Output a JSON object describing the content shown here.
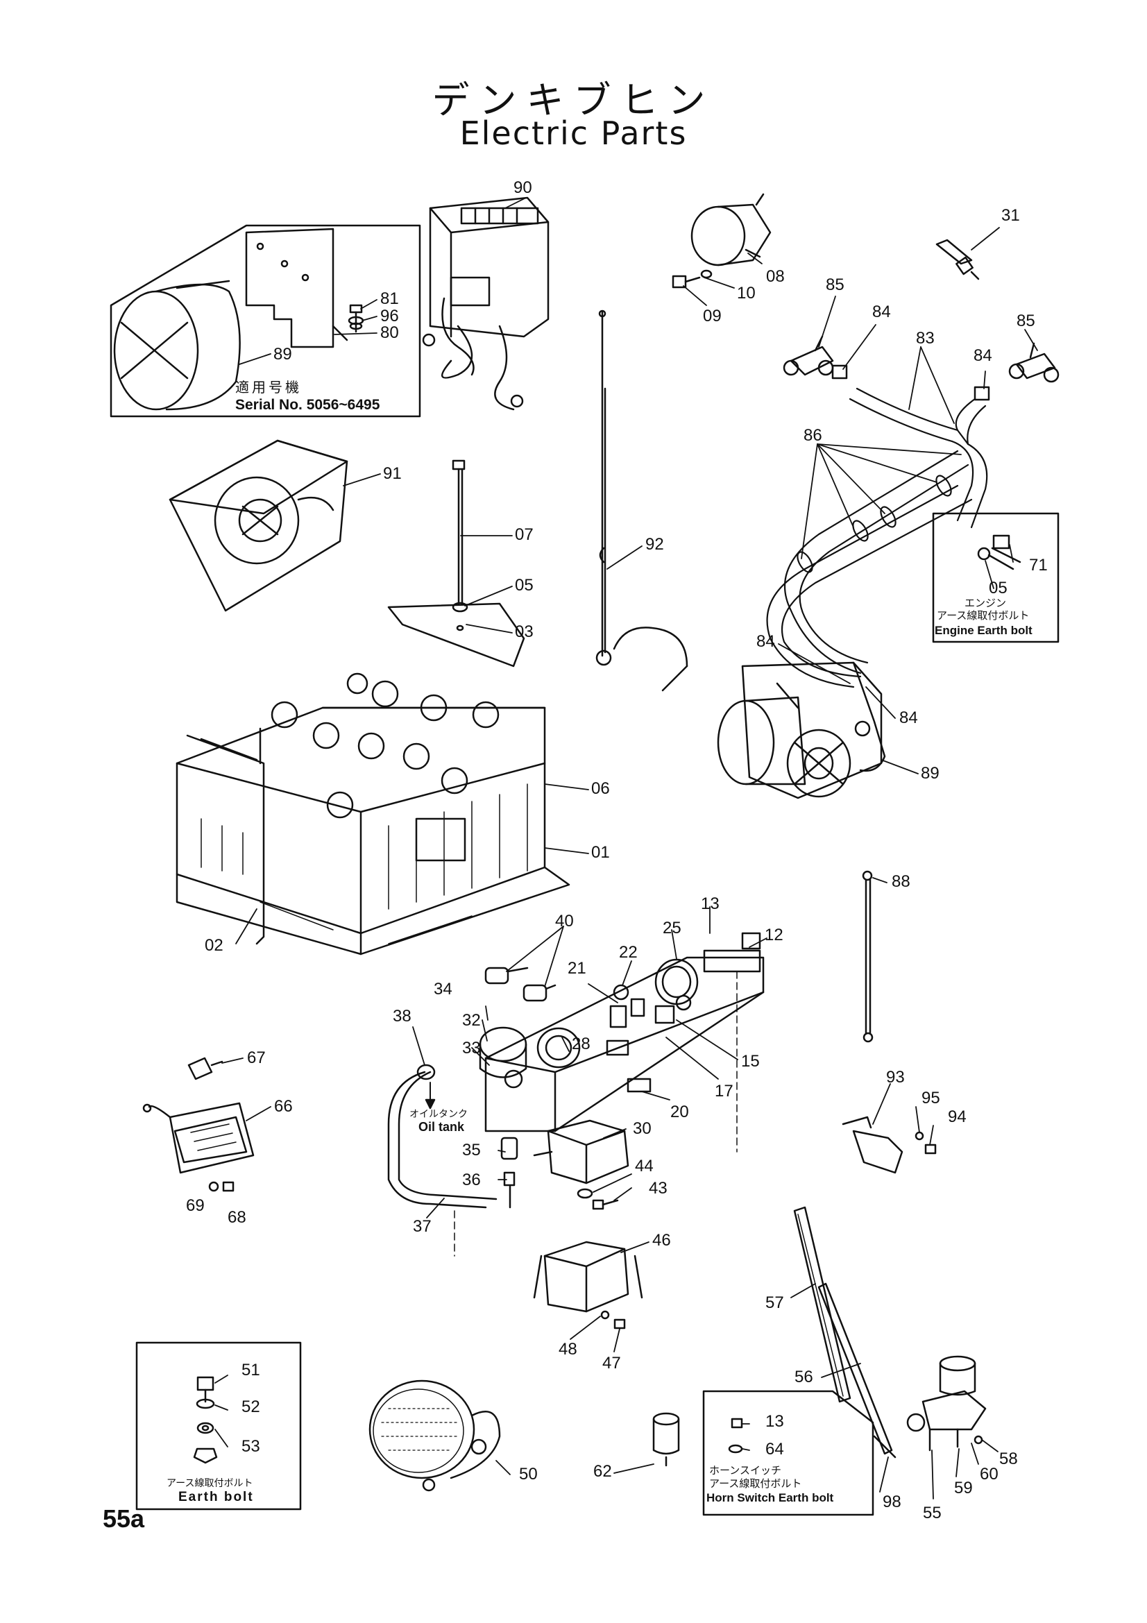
{
  "title": {
    "japanese": "デンキブヒン",
    "english": "Electric Parts"
  },
  "page_number": "55a",
  "insets": {
    "serial": {
      "jp": "適用号機",
      "en": "Serial No. 5056~6495"
    },
    "engine_earth_bolt": {
      "jp1": "エンジン",
      "jp2": "アース線取付ボルト",
      "en": "Engine Earth bolt"
    },
    "earth_bolt": {
      "jp": "アース線取付ボルト",
      "en": "Earth bolt"
    },
    "horn_switch": {
      "jp1": "ホーンスイッチ",
      "jp2": "アース線取付ボルト",
      "en": "Horn Switch Earth bolt"
    }
  },
  "oil_tank": {
    "jp": "オイルタンク",
    "en": "Oil tank"
  },
  "callouts": {
    "c90": "90",
    "c31": "31",
    "c08": "08",
    "c10": "10",
    "c09": "09",
    "c81": "81",
    "c96": "96",
    "c80": "80",
    "c89a": "89",
    "c85a": "85",
    "c84a": "84",
    "c83": "83",
    "c84b": "84",
    "c85b": "85",
    "c86": "86",
    "c91": "91",
    "c07": "07",
    "c05a": "05",
    "c03": "03",
    "c92": "92",
    "c71": "71",
    "c05b": "05",
    "c84c": "84",
    "c84d": "84",
    "c89b": "89",
    "c06": "06",
    "c01": "01",
    "c02": "02",
    "c88": "88",
    "c13a": "13",
    "c40": "40",
    "c25": "25",
    "c12": "12",
    "c22": "22",
    "c21": "21",
    "c34": "34",
    "c38": "38",
    "c32": "32",
    "c33": "33",
    "c28": "28",
    "c15": "15",
    "c17": "17",
    "c20": "20",
    "c67": "67",
    "c66": "66",
    "c69": "69",
    "c68": "68",
    "c30": "30",
    "c35": "35",
    "c36": "36",
    "c44": "44",
    "c43": "43",
    "c37": "37",
    "c93": "93",
    "c95": "95",
    "c94": "94",
    "c46": "46",
    "c57": "57",
    "c48": "48",
    "c47": "47",
    "c56": "56",
    "c51": "51",
    "c52": "52",
    "c53": "53",
    "c50": "50",
    "c62": "62",
    "c13b": "13",
    "c64": "64",
    "c98": "98",
    "c55": "55",
    "c59": "59",
    "c60": "60",
    "c58": "58"
  }
}
